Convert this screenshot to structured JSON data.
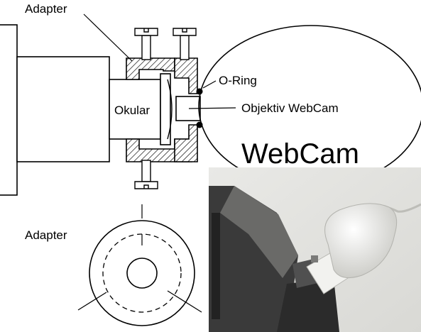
{
  "labels": {
    "adapter_top": "Adapter",
    "o_ring": "O-Ring",
    "okular": "Okular",
    "objektiv": "Objektiv WebCam",
    "webcam": "WebCam",
    "adapter_bottom": "Adapter"
  },
  "photo": {
    "description_icon": "webcam-on-telescope-photo"
  }
}
